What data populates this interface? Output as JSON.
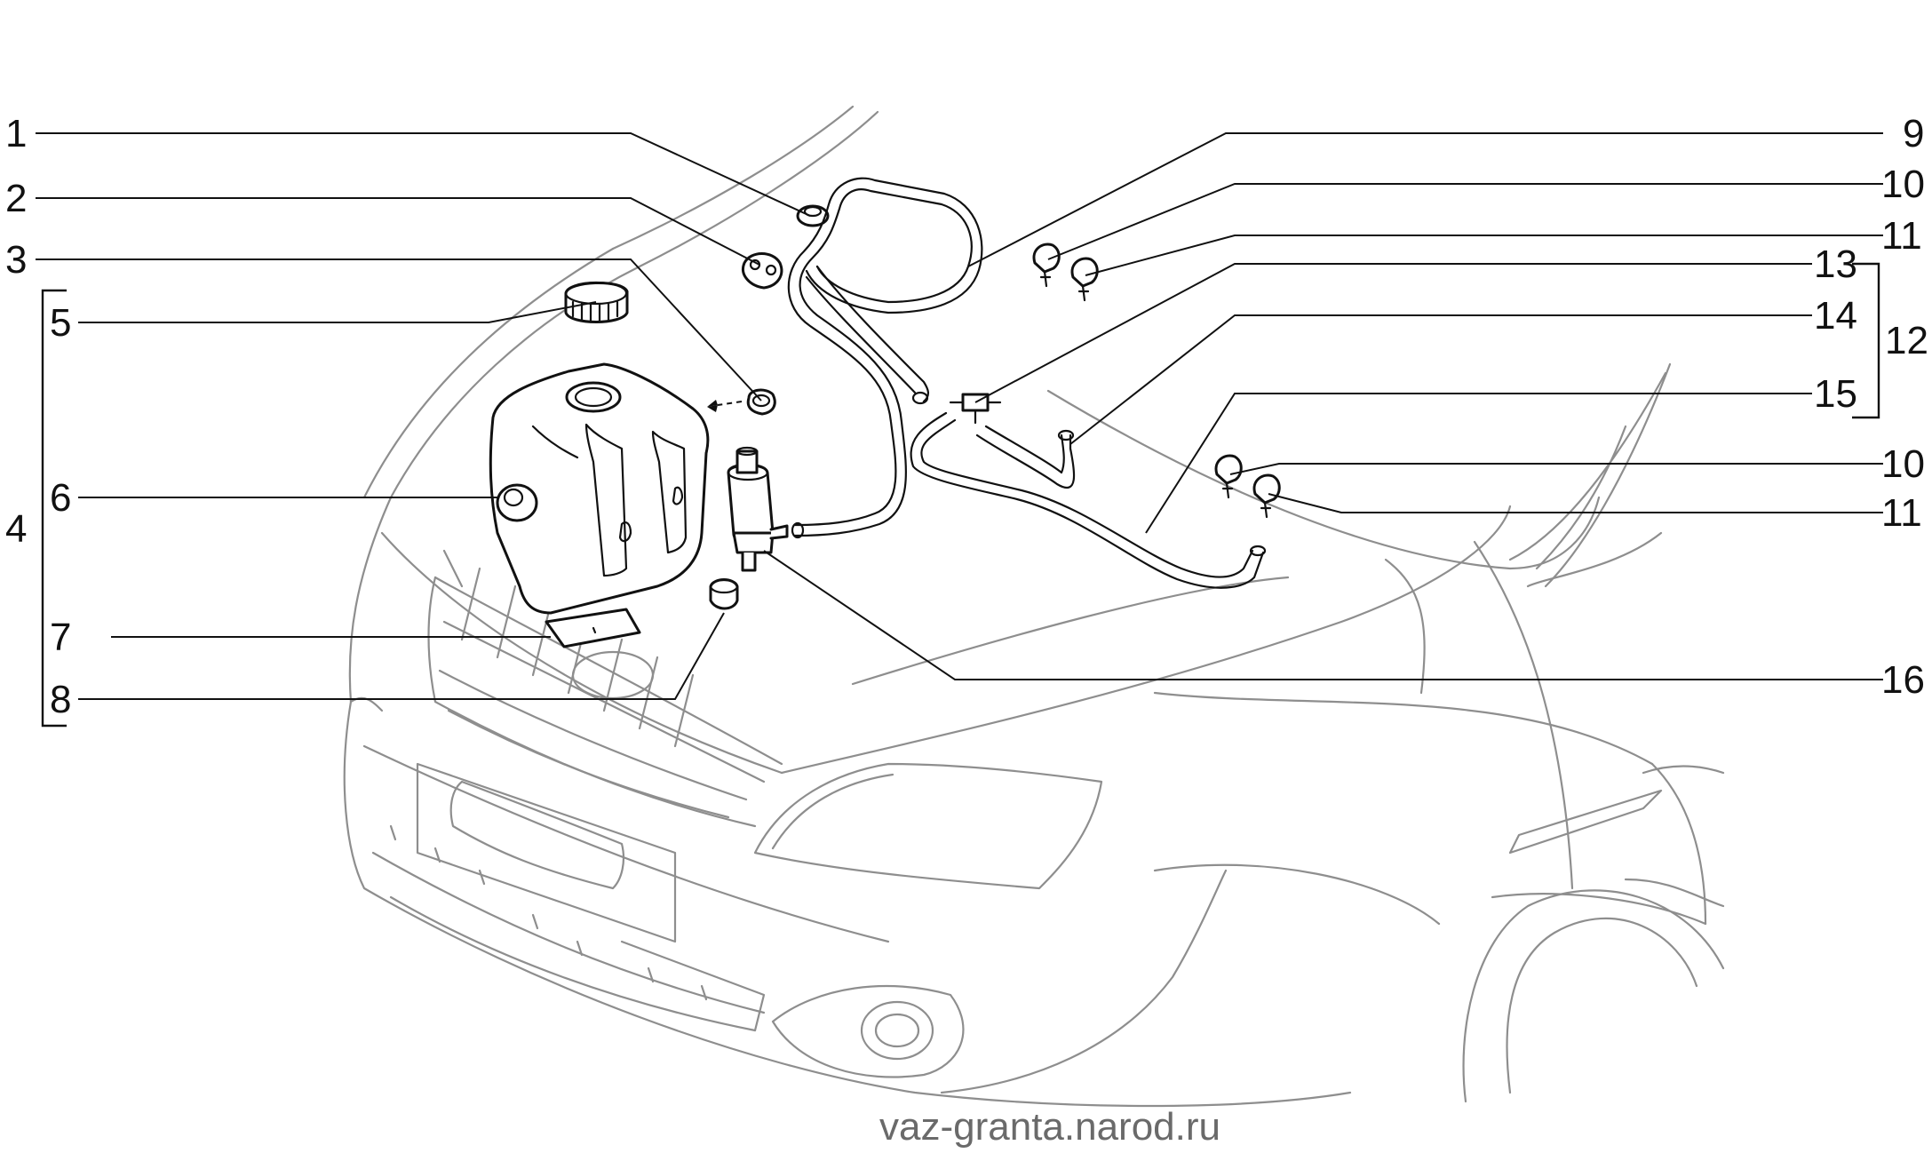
{
  "callouts": {
    "c1": "1",
    "c2": "2",
    "c3": "3",
    "c4": "4",
    "c5": "5",
    "c6": "6",
    "c7": "7",
    "c8": "8",
    "c9": "9",
    "c10a": "10",
    "c11a": "11",
    "c12": "12",
    "c13": "13",
    "c14": "14",
    "c15": "15",
    "c10b": "10",
    "c11b": "11",
    "c16": "16"
  },
  "watermark": "vaz-granta.narod.ru"
}
